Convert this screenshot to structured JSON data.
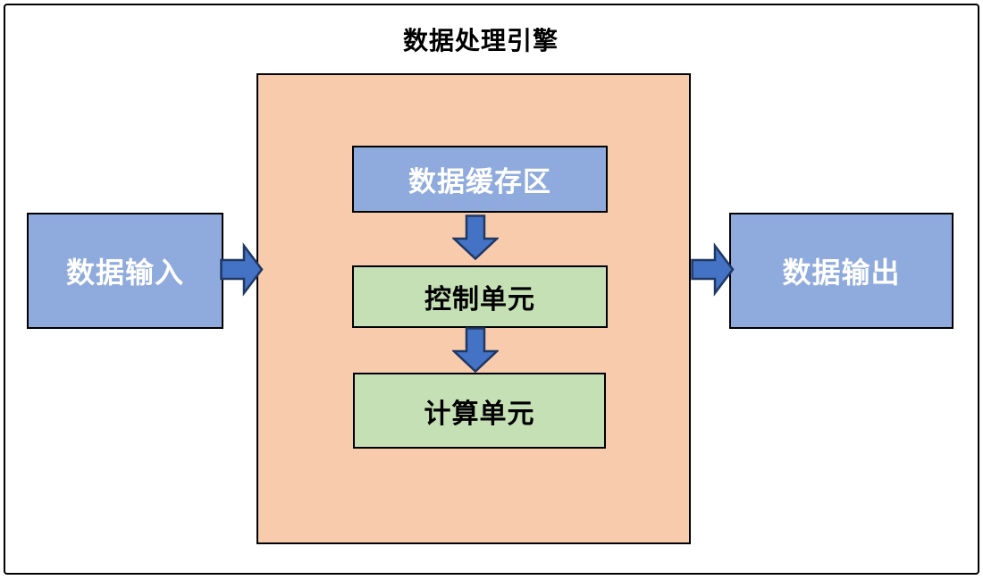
{
  "diagram": {
    "title": "数据处理引擎",
    "nodes": {
      "input": {
        "label": "数据输入",
        "shape": "rect",
        "fill": "#8FAADC",
        "text_color": "#FFFFFF"
      },
      "buffer": {
        "label": "数据缓存区",
        "shape": "rect",
        "fill": "#8FAADC",
        "text_color": "#FFFFFF"
      },
      "control": {
        "label": "控制单元",
        "shape": "rect",
        "fill": "#C5E0B4",
        "text_color": "#000000"
      },
      "compute": {
        "label": "计算单元",
        "shape": "rect",
        "fill": "#C5E0B4",
        "text_color": "#000000"
      },
      "output": {
        "label": "数据输出",
        "shape": "rect",
        "fill": "#8FAADC",
        "text_color": "#FFFFFF"
      }
    },
    "container": {
      "role": "engine-boundary",
      "fill": "#F8CBAD",
      "contains": [
        "buffer",
        "control",
        "compute"
      ]
    },
    "edges": [
      {
        "from": "input",
        "to": "engine-container",
        "direction": "right"
      },
      {
        "from": "buffer",
        "to": "control",
        "direction": "down"
      },
      {
        "from": "control",
        "to": "compute",
        "direction": "down"
      },
      {
        "from": "engine-container",
        "to": "output",
        "direction": "right"
      }
    ],
    "colors": {
      "arrow_fill": "#4472C4",
      "arrow_stroke": "#1F3864",
      "box_border": "#000000",
      "frame_border": "#000000",
      "background": "#FFFFFF"
    }
  }
}
